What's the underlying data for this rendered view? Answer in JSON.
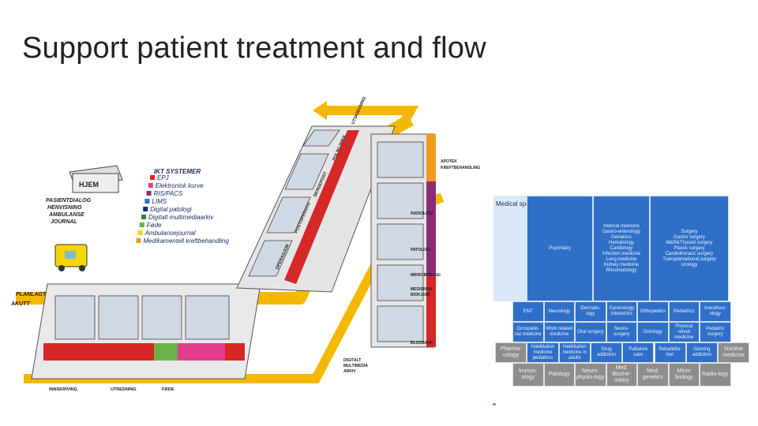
{
  "title": "Support patient treatment and flow",
  "illustration": {
    "hjem": "HJEM",
    "left_labels": [
      "PASIENTDIALOG",
      "HENVISNING",
      "AMBULANSE",
      "JOURNAL"
    ],
    "planlagt": "PLANLAGT",
    "akutt": "AKUTT",
    "ikt_title": "IKT SYSTEMER",
    "ikt_items": [
      {
        "label": "EPJ",
        "color": "#e8202a"
      },
      {
        "label": "Elektronisk kurve",
        "color": "#e23c8c"
      },
      {
        "label": "RIS/PACS",
        "color": "#8a2d7a"
      },
      {
        "label": "LIMS",
        "color": "#2f6fc8"
      },
      {
        "label": "Digital patologi",
        "color": "#0d2f8a"
      },
      {
        "label": "Digitalt multimediaarkiv",
        "color": "#2c8a3c"
      },
      {
        "label": "Føde",
        "color": "#6ab344"
      },
      {
        "label": "Ambulansejournal",
        "color": "#f0d400"
      },
      {
        "label": "Medikamentell kreftbehandling",
        "color": "#f29a1e"
      }
    ],
    "bottom_labels": [
      "INNSKRIVING",
      "UTREDNING",
      "FØDE"
    ],
    "diagonal_labels": [
      "OPERASJON",
      "POSTOPERATIV",
      "SENGEPOST",
      "POLIKLINIKK",
      "UTSKRIVNING"
    ],
    "right_labels": [
      "APOTEK",
      "KREFTBEHANDLING",
      "RADIOLOGI",
      "PATOLOGI",
      "MIKROBIOLOGI",
      "MEDISINSK",
      "BIOKJEMI",
      "BLODBANK",
      "DIGITALT",
      "MULTIMEDIA",
      "ARKIV"
    ]
  },
  "specialties": {
    "heading": "Medical specialties",
    "psychiatry": "Psychiatry",
    "internal_medicine": [
      "Internal medicine",
      "Gastro-enterology",
      "Geriatrics",
      "Hematology",
      "Cardiology",
      "Infection medicine",
      "Lung medicine",
      "Kidney medicine",
      "Rheumatology"
    ],
    "surgery": [
      "Surgery",
      "Gastro surgery",
      "M&R&Thyroid surgery",
      "Plastic surgery",
      "Cardiothoracic surgery",
      "Transplantational surgery",
      "Urology"
    ],
    "row1": [
      "ENT",
      "Neurology",
      "Dermato-logy",
      "Gynecology /obstetrics",
      "Orthopedics",
      "Pediatrics",
      "Anesthesi-ology"
    ],
    "row2": [
      "Occupatio-nal medicine",
      "Work related medicine",
      "Oral surgery",
      "Neuro-surgery",
      "Ontology",
      "Physical rehab medicine",
      "Pediatric surgery"
    ],
    "row3": [
      "Pharma-cology",
      "Habilitation medicine pediatrics",
      "Habilitation medicine in adults",
      "Drug addiction",
      "Palliative care",
      "Rehabilita-tion",
      "Gaming addiction",
      "Nuclear medicine"
    ],
    "row4": [
      "Immun-ology",
      "Patology",
      "Neuro-physio-logy",
      "Med. Bioche-mistry",
      "Med. genetics",
      "Micro biology",
      "Radio-logy"
    ]
  }
}
